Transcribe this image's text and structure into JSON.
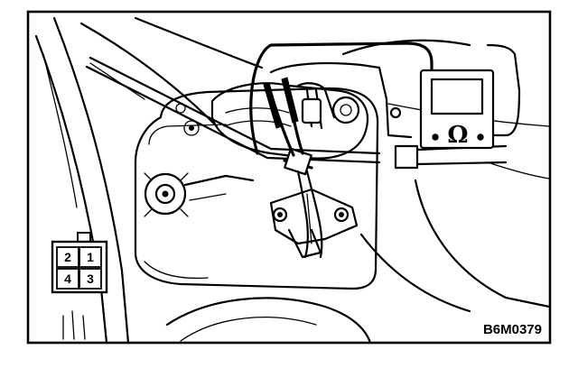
{
  "figure": {
    "code": "B6M0379"
  },
  "connector": {
    "pins": [
      "2",
      "1",
      "4",
      "3"
    ]
  },
  "meter": {
    "symbol": "Ω",
    "icon": "ohmmeter-icon"
  }
}
